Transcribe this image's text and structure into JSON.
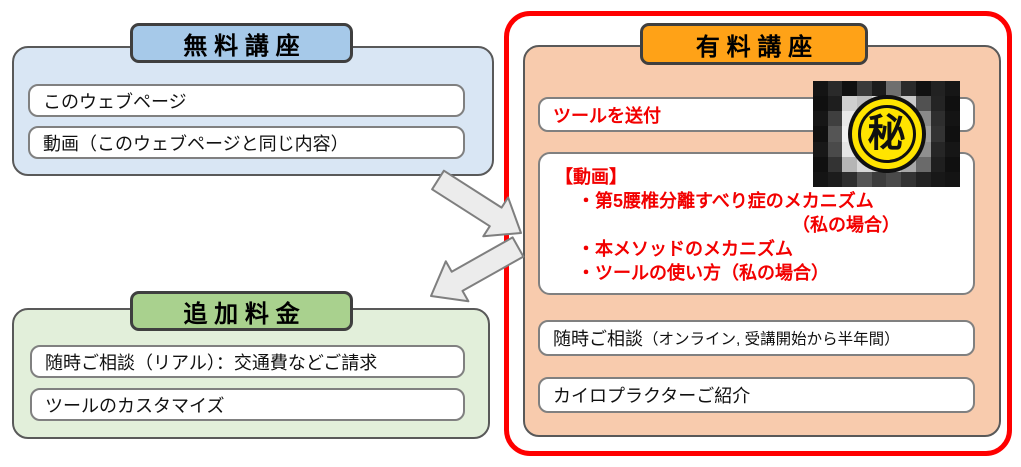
{
  "colors": {
    "free_header_bg": "#A6C9E9",
    "free_body_bg": "#D9E6F4",
    "extra_header_bg": "#A9D18E",
    "extra_body_bg": "#E2EFDA",
    "paid_header_bg": "#FFA217",
    "paid_body_bg": "#F8CBAD",
    "paid_outline": "#FF0000",
    "red_text": "#F20000",
    "panel_border": "#595959",
    "header_border": "#3F3F3F",
    "box_border": "#808080",
    "arrow_fill": "#ECECEC",
    "arrow_stroke": "#7F7F7F",
    "stamp_yellow": "#FFE400"
  },
  "free": {
    "title": "無料講座",
    "items": [
      "このウェブページ",
      "動画（このウェブページと同じ内容）"
    ]
  },
  "extra": {
    "title": "追加料金",
    "items": [
      "随時ご相談（リアル）：交通費などご請求",
      "ツールのカスタマイズ"
    ]
  },
  "paid": {
    "title": "有料講座",
    "tool_item": "ツールを送付",
    "video_heading": "【動画】",
    "video_bullets": [
      "・第5腰椎分離すべり症のメカニズム",
      "（私の場合）",
      "・本メソッドのメカニズム",
      "・ツールの使い方（私の場合）"
    ],
    "consult_main": "随時ご相談",
    "consult_note": "（オンライン, 受講開始から半年間）",
    "chiro_item": "カイロプラクターご紹介",
    "censored_image": {
      "stamp_text": "秘",
      "pixels": [
        [
          "#141414",
          "#2a2a2a",
          "#101010",
          "#3a3a3a",
          "#1c1c1c",
          "#6f6f6f",
          "#2a2a2a",
          "#111111",
          "#222222",
          "#161616"
        ],
        [
          "#101010",
          "#1e1e1e",
          "#cfcfcf",
          "#bfbfbf",
          "#e3e3e3",
          "#9a9a9a",
          "#c9c9c9",
          "#515151",
          "#242424",
          "#101010"
        ],
        [
          "#161616",
          "#3f3f3f",
          "#e8e8e8",
          "#f2f2f2",
          "#ededed",
          "#e6e6e6",
          "#dcdcdc",
          "#8a8a8a",
          "#2e2e2e",
          "#141414"
        ],
        [
          "#101010",
          "#555555",
          "#f0f0f0",
          "#ffffff",
          "#f5f5f5",
          "#efefef",
          "#e2e2e2",
          "#9f9f9f",
          "#333333",
          "#101010"
        ],
        [
          "#181818",
          "#4a4a4a",
          "#e5e5e5",
          "#fafafa",
          "#f0f0f0",
          "#e8e8e8",
          "#d5d5d5",
          "#8f8f8f",
          "#262626",
          "#161616"
        ],
        [
          "#101010",
          "#333333",
          "#b5b5b5",
          "#d8d8d8",
          "#cfcfcf",
          "#c5c5c5",
          "#a8a8a8",
          "#6a6a6a",
          "#1f1f1f",
          "#101010"
        ],
        [
          "#141414",
          "#1c1c1c",
          "#2e2e2e",
          "#555555",
          "#3c3c3c",
          "#4a4a4a",
          "#333333",
          "#222222",
          "#181818",
          "#141414"
        ]
      ]
    }
  }
}
